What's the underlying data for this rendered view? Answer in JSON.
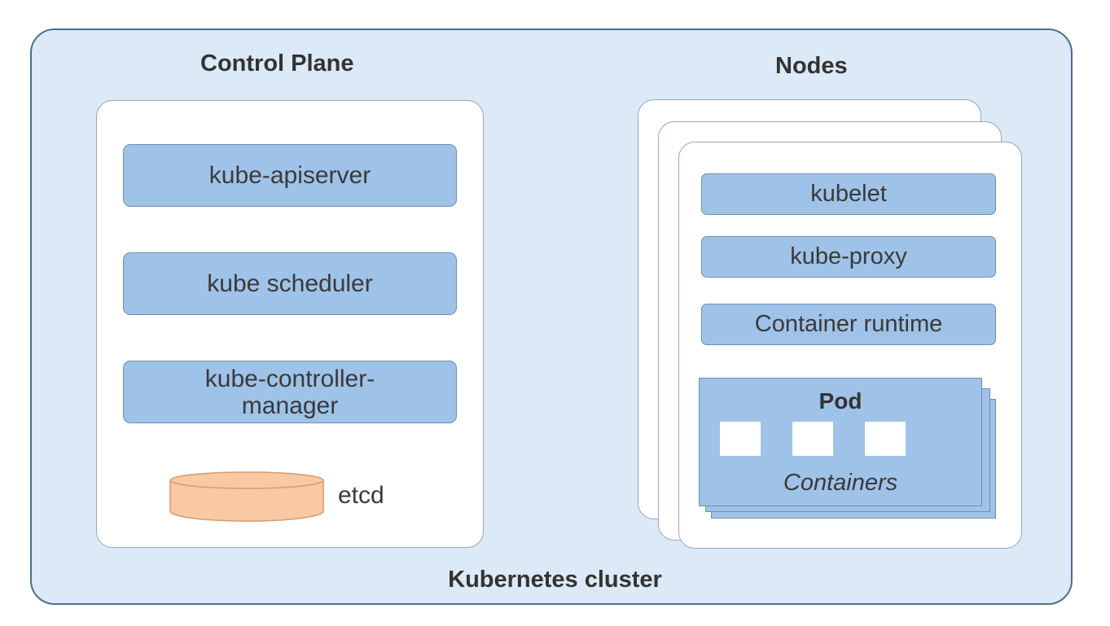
{
  "cluster": {
    "label": "Kubernetes cluster"
  },
  "control_plane": {
    "title": "Control Plane",
    "components": [
      "kube-apiserver",
      "kube scheduler",
      "kube-controller-\nmanager"
    ],
    "etcd_label": "etcd"
  },
  "nodes": {
    "title": "Nodes",
    "components": [
      "kubelet",
      "kube-proxy",
      "Container runtime"
    ],
    "pod": {
      "title": "Pod",
      "containers_label": "Containers"
    }
  },
  "colors": {
    "cluster_fill": "#dce9f7",
    "cluster_border": "#4b6f8f",
    "component_fill": "#9fc2e8",
    "etcd_fill": "#f9c9a3",
    "panel_fill": "#ffffff"
  },
  "icons": {
    "etcd": "database-cylinder-icon"
  }
}
